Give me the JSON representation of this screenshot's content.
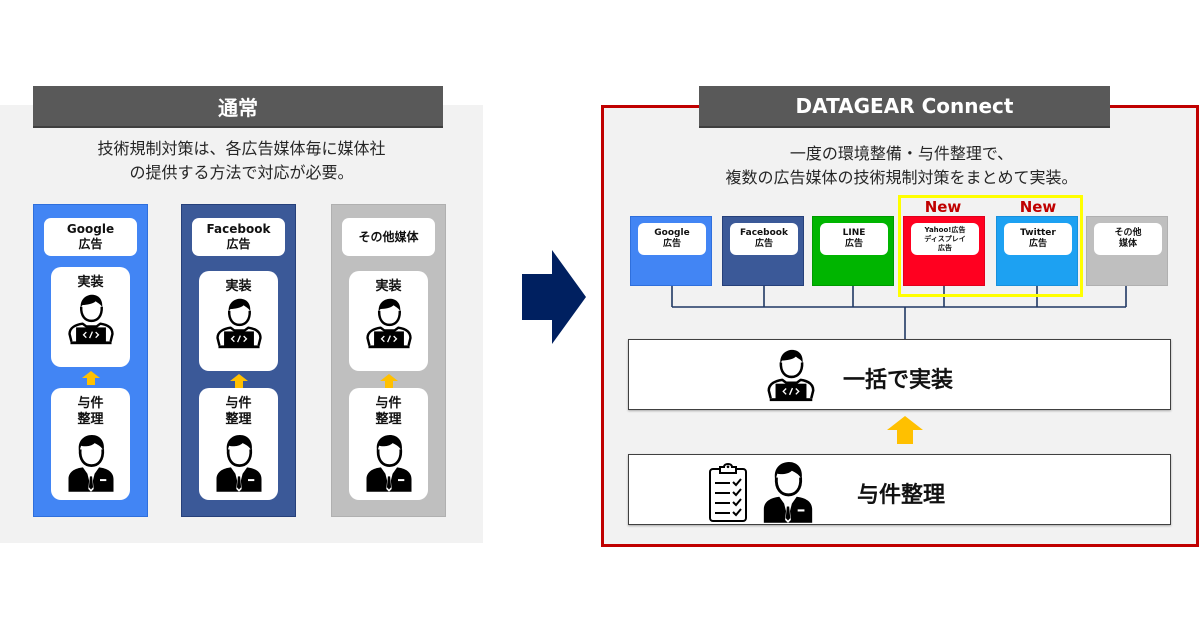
{
  "left": {
    "title": "通常",
    "description_line1": "技術規制対策は、各広告媒体毎に媒体社",
    "description_line2": "の提供する方法で対応が必要。",
    "columns": [
      {
        "key": "google",
        "label_line1": "Google",
        "label_line2": "広告",
        "color": "#4285f4",
        "impl_label": "実装",
        "req_line1": "与件",
        "req_line2": "整理"
      },
      {
        "key": "facebook",
        "label_line1": "Facebook",
        "label_line2": "広告",
        "color": "#3b5998",
        "impl_label": "実装",
        "req_line1": "与件",
        "req_line2": "整理"
      },
      {
        "key": "other",
        "label_line1": "その他媒体",
        "label_line2": "",
        "color": "#bfbfbf",
        "impl_label": "実装",
        "req_line1": "与件",
        "req_line2": "整理"
      }
    ]
  },
  "right": {
    "title": "DATAGEAR Connect",
    "description_line1": "一度の環境整備・与件整理で、",
    "description_line2": "複数の広告媒体の技術規制対策をまとめて実装。",
    "new_badges": [
      "New",
      "New"
    ],
    "media": [
      {
        "key": "google",
        "line1": "Google",
        "line2": "広告",
        "line3": "",
        "color": "#4285f4"
      },
      {
        "key": "facebook",
        "line1": "Facebook",
        "line2": "広告",
        "line3": "",
        "color": "#3b5998"
      },
      {
        "key": "line",
        "line1": "LINE",
        "line2": "広告",
        "line3": "",
        "color": "#00b500"
      },
      {
        "key": "yahoo",
        "line1": "Yahoo!広告",
        "line2": "ディスプレイ",
        "line3": "広告",
        "color": "#ff0020"
      },
      {
        "key": "twitter",
        "line1": "Twitter",
        "line2": "広告",
        "line3": "",
        "color": "#1da1f2"
      },
      {
        "key": "other",
        "line1": "その他",
        "line2": "媒体",
        "line3": "",
        "color": "#bfbfbf"
      }
    ],
    "impl_label": "一括で実装",
    "req_label": "与件整理"
  },
  "colors": {
    "title_bg": "#595959",
    "panel_bg": "#f2f2f2",
    "accent_red": "#c00000",
    "highlight_yellow": "#ffff00",
    "arrow_orange": "#ffc000",
    "arrow_navy": "#002060",
    "connector": "#203864"
  }
}
